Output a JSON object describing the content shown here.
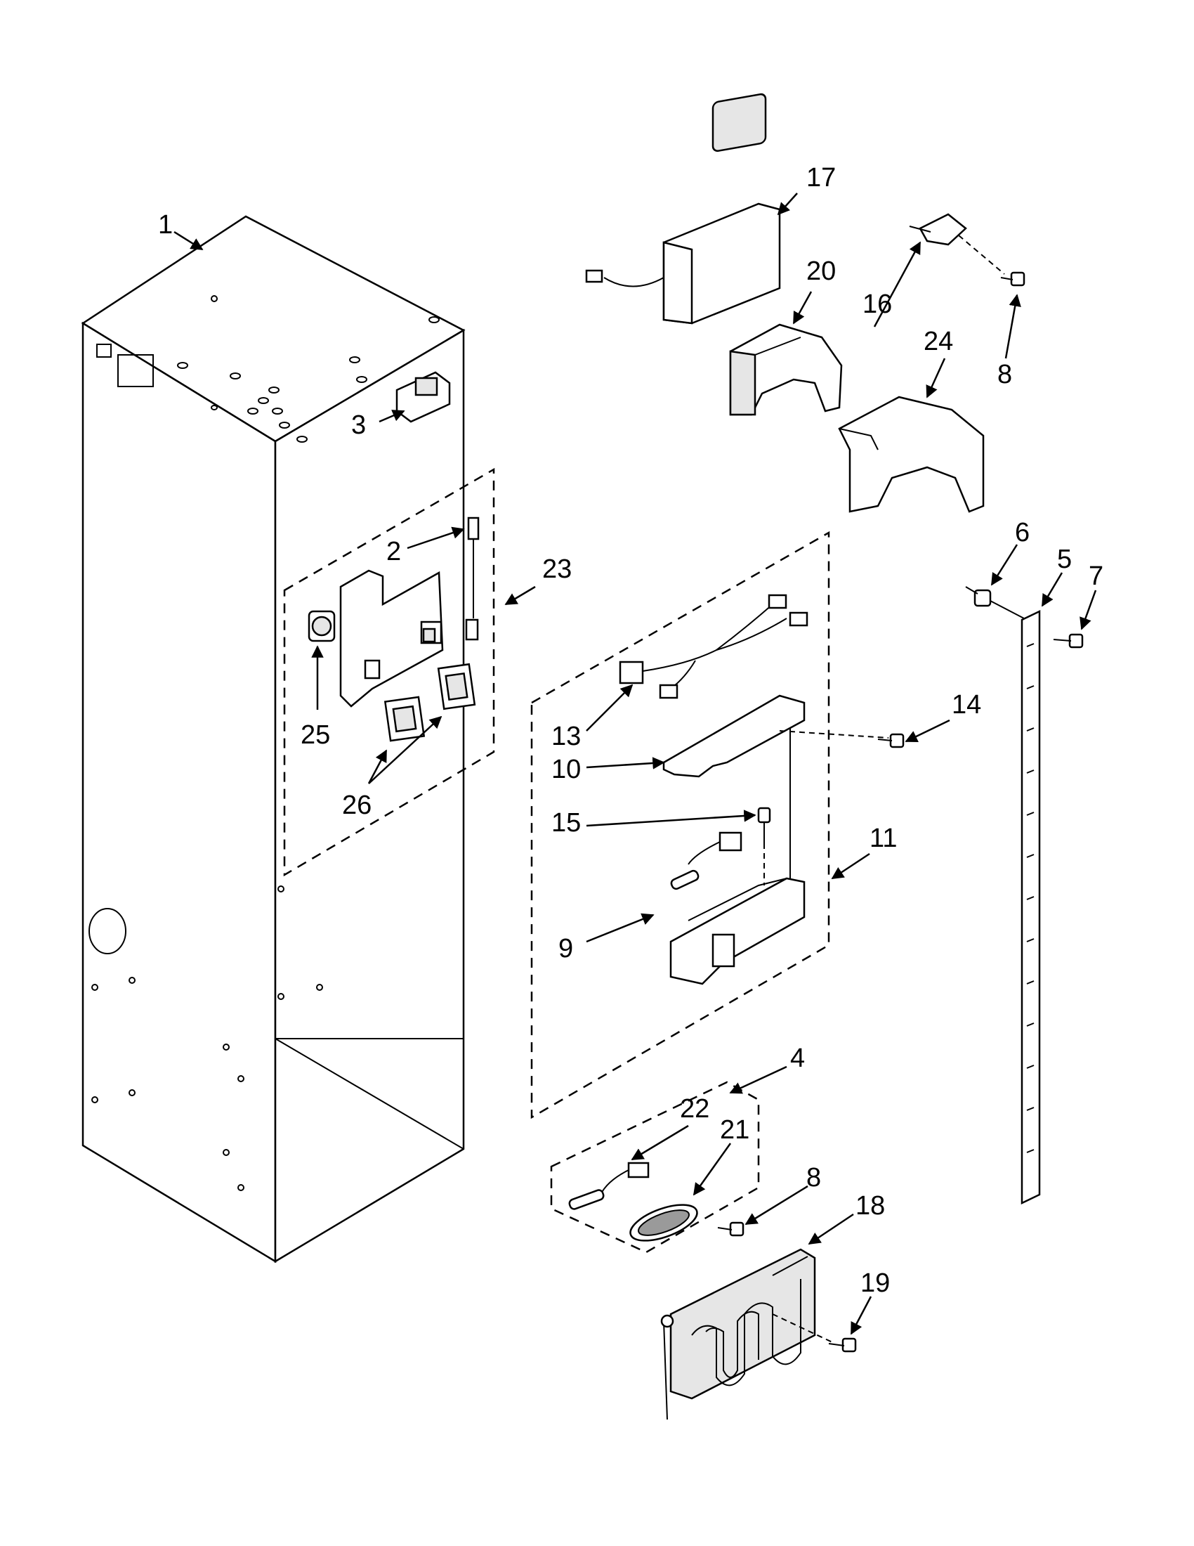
{
  "diagram": {
    "callouts": [
      "1",
      "2",
      "3",
      "4",
      "5",
      "6",
      "7",
      "8",
      "8",
      "9",
      "10",
      "11",
      "13",
      "14",
      "15",
      "16",
      "17",
      "18",
      "19",
      "20",
      "21",
      "22",
      "23",
      "24",
      "25",
      "26"
    ]
  }
}
